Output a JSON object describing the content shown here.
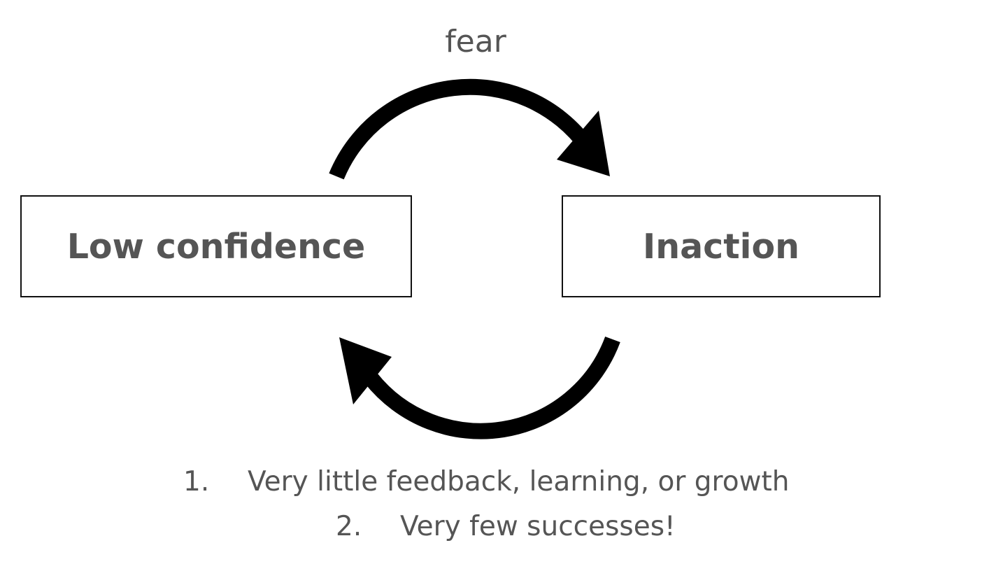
{
  "diagram": {
    "top_arrow_label": "fear",
    "nodes": [
      {
        "label": "Low confidence"
      },
      {
        "label": "Inaction"
      }
    ],
    "consequences": [
      {
        "number": "1.",
        "text": "Very little feedback, learning, or growth"
      },
      {
        "number": "2.",
        "text": "Very few successes!"
      }
    ],
    "colors": {
      "text": "#555555",
      "arrow": "#000000",
      "border": "#111111"
    }
  }
}
